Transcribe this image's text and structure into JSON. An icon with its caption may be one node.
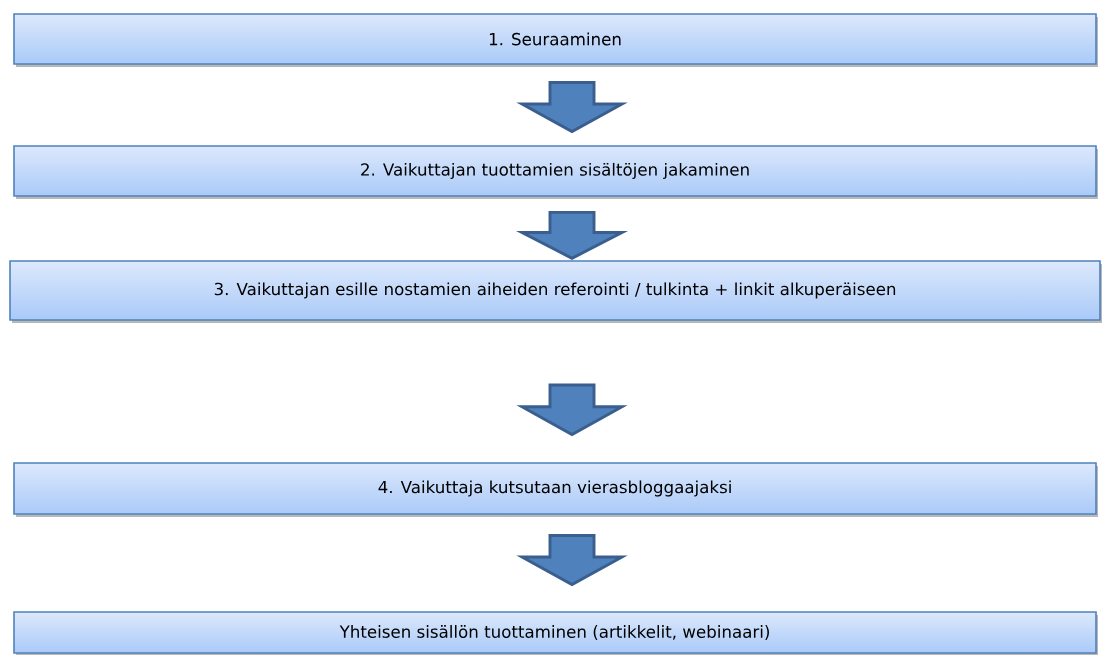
{
  "diagram": {
    "nodes": [
      {
        "text": [
          "1. Seuraaminen"
        ]
      },
      {
        "text": [
          "2. Vaikuttajan tuottamien sisältöjen jakaminen"
        ]
      },
      {
        "text": [
          "3. Vaikuttajan esille nostamien aiheiden referointi / tulkinta + linkit alkuperäiseen"
        ]
      },
      {
        "text": [
          "4. Vaikuttaja kutsutaan vierasbloggaajaksi"
        ]
      },
      {
        "text": [
          "Yhteisen sisällön tuottaminen (artikkelit, webinaari)"
        ]
      }
    ],
    "edges": [
      {
        "from": 0,
        "to": 1,
        "arrow": "to"
      },
      {
        "from": 1,
        "to": 2,
        "arrow": "to"
      },
      {
        "from": 2,
        "to": 3,
        "arrow": "to"
      },
      {
        "from": 3,
        "to": 4,
        "arrow": "to"
      }
    ]
  }
}
